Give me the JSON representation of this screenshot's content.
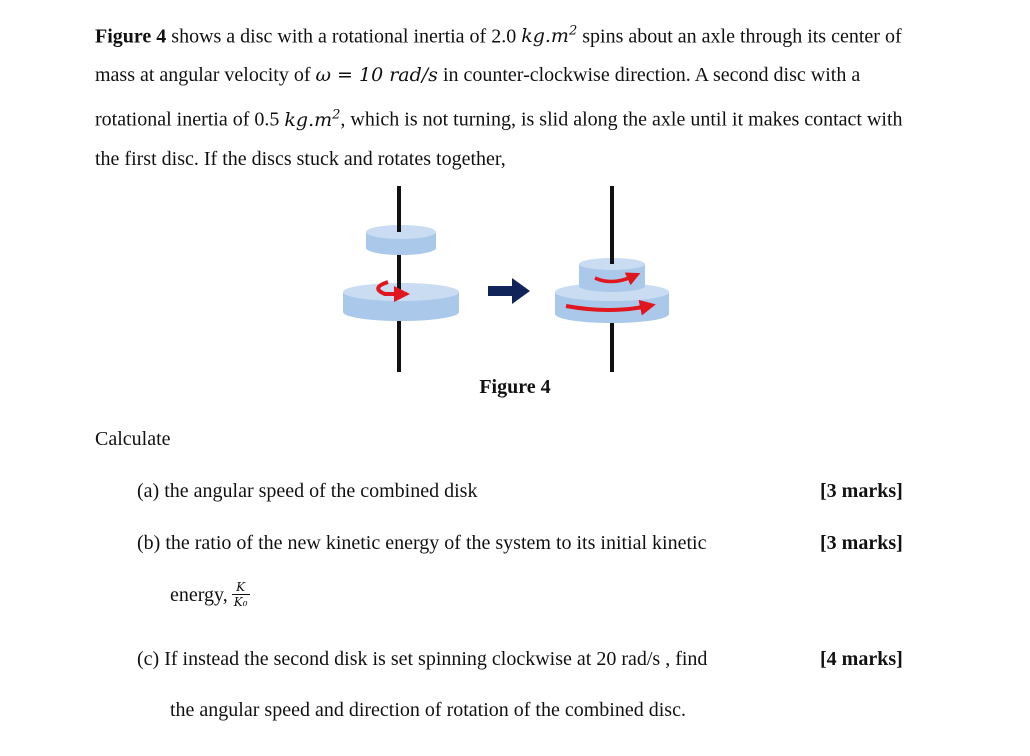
{
  "intro": {
    "fig_ref": "Figure 4",
    "t1": " shows a disc with a rotational inertia of 2.0 ",
    "unit1": "kg.m",
    "t2": " spins about an axle through its center of mass at angular velocity of ",
    "omega_eq": "ω = 10 rad/s",
    "t3": " in counter-clockwise direction. A second disc with a rotational inertia of 0.5 ",
    "unit2": "kg.m",
    "t4": ", which is not turning, is slid along the axle until it makes contact with the first disc. If the discs stuck and rotates together,",
    "exp": "2"
  },
  "figure": {
    "caption": "Figure 4",
    "disc_color": "#a9c8ea",
    "disc_top_color": "#c9dcf2",
    "arrow_color": "#e0171e",
    "transition_arrow_color": "#10245a"
  },
  "calculate_label": "Calculate",
  "questions": [
    {
      "label": "(a)  the angular speed of the combined disk",
      "marks": "[3 marks]"
    },
    {
      "label": "(b) the ratio of the new kinetic energy of the system to its initial kinetic",
      "cont": "energy,",
      "frac_num": "K",
      "frac_den": "K₀",
      "marks": "[3 marks]"
    },
    {
      "label": "(c) If instead the second disk is set spinning clockwise at 20 rad/s , find",
      "cont": "the angular speed and direction of rotation of the combined disc.",
      "marks": "[4 marks]"
    }
  ]
}
